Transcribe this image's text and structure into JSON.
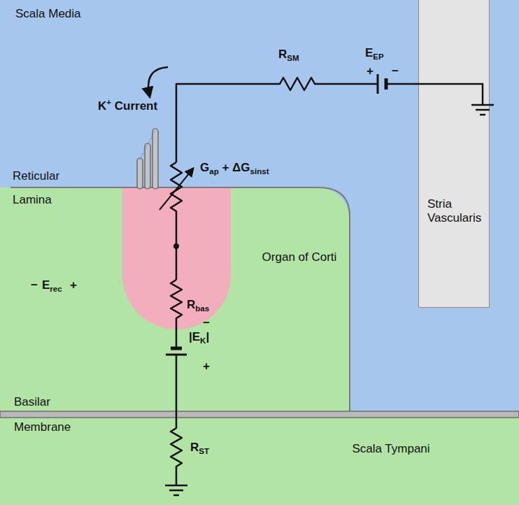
{
  "diagram": {
    "nodes": [
      {
        "text": [
          "Scala Media"
        ]
      },
      {
        "text": [
          "Organ of Corti"
        ]
      },
      {
        "text": [
          "Rbas"
        ],
        "in": 1
      },
      {
        "text": [
          "Stria Vascularis"
        ]
      },
      {
        "text": [
          "Scala Tympani"
        ]
      }
    ],
    "labels": [
      "K+ Current",
      "RSM",
      "EEP",
      "+",
      "−",
      "Reticular",
      "Lamina",
      "Gap + ΔGsinst",
      "−",
      "Erec",
      "+",
      "−",
      "|EK|",
      "+",
      "Basilar",
      "Membrane",
      "RST"
    ]
  }
}
